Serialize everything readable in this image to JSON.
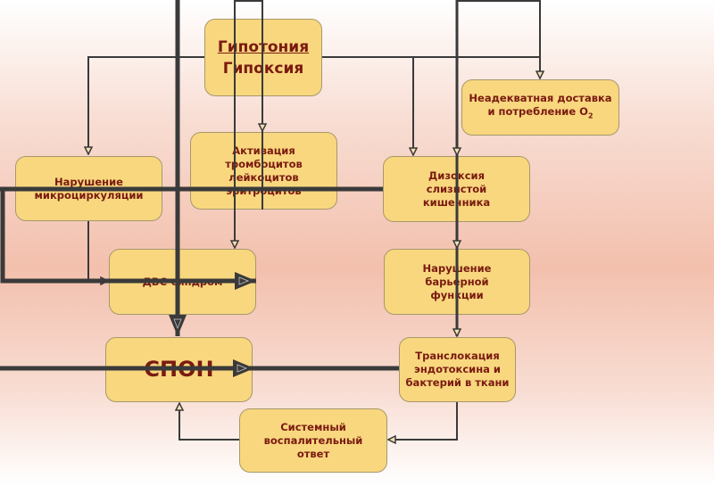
{
  "nodes": {
    "hypotension": "Гипотония",
    "hypoxia": "Гипоксия",
    "o2_line1": "Неадекватная доставка",
    "o2_line2": "и потребление O",
    "o2_sub": "2",
    "microcirculation": [
      "Нарушение",
      "микроциркуляции"
    ],
    "activation": [
      "Активация",
      "тромбоцитов",
      "лейкоцитов",
      "эритроцитов"
    ],
    "dysoxia": [
      "Дизоксия",
      "слизистой",
      "кишечника"
    ],
    "dic": "ДВС-синдром",
    "barrier": [
      "Нарушение",
      "барьерной",
      "функции"
    ],
    "mods": "СПОН",
    "translocation": [
      "Транслокация",
      "эндотоксина и",
      "бактерий в ткани"
    ],
    "sirs": [
      "Системный",
      "воспалительный",
      "ответ"
    ]
  },
  "colors": {
    "box_fill": "#f8d77f",
    "text": "#7a1a10",
    "lines": "#3a3a3a"
  }
}
